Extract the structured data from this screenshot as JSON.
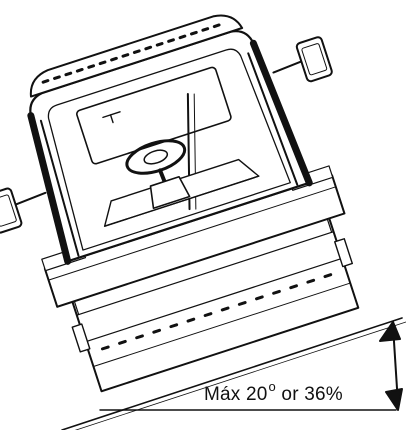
{
  "caption": {
    "prefix": "Máx 20",
    "degree_mark": "o",
    "suffix": " or 36%"
  }
}
